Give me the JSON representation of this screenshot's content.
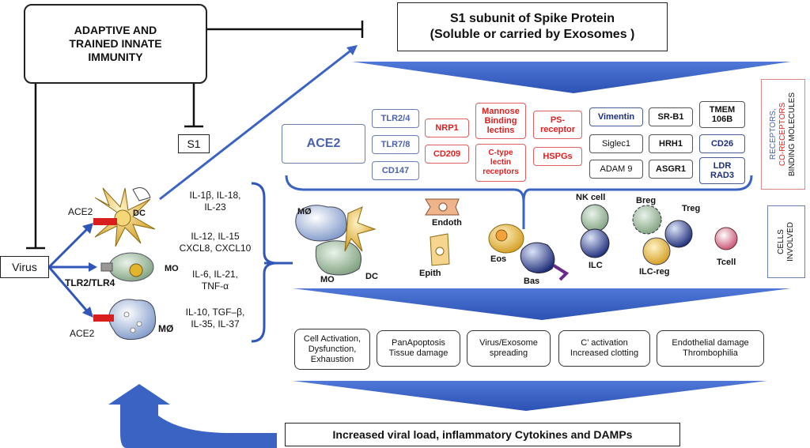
{
  "immunity_box": "ADAPTIVE AND\nTRAINED INNATE\nIMMUNITY",
  "s1_small": "S1",
  "virus": "Virus",
  "tlr": "TLR2/TLR4",
  "spike_title_line1": "S1 subunit of Spike Protein",
  "spike_title_line2": "(Soluble or carried by Exosomes )",
  "ace2_main": "ACE2",
  "receptors": [
    {
      "label": "TLR2/4",
      "color": "#4a62ad"
    },
    {
      "label": "TLR7/8",
      "color": "#4a62ad"
    },
    {
      "label": "CD147",
      "color": "#4a62ad"
    },
    {
      "label": "NRP1",
      "color": "#e02020"
    },
    {
      "label": "CD209",
      "color": "#e02020"
    },
    {
      "label": "Mannose\nBinding\nlectins",
      "color": "#e02020"
    },
    {
      "label": "C-type\nlectin\nreceptors",
      "color": "#e02020"
    },
    {
      "label": "PS-\nreceptor",
      "color": "#e02020"
    },
    {
      "label": "HSPGs",
      "color": "#e02020"
    },
    {
      "label": "Vimentin",
      "color": "#1d2e7a"
    },
    {
      "label": "Siglec1",
      "color": "#111111"
    },
    {
      "label": "ADAM 9",
      "color": "#111111"
    },
    {
      "label": "SR-B1",
      "color": "#111111"
    },
    {
      "label": "HRH1",
      "color": "#111111"
    },
    {
      "label": "ASGR1",
      "color": "#111111"
    },
    {
      "label": "TMEM\n106B",
      "color": "#111111"
    },
    {
      "label": "CD26",
      "color": "#1d2e7a"
    },
    {
      "label": "LDR\nRAD3",
      "color": "#1d2e7a"
    }
  ],
  "side_receptors": {
    "line1": "RECEPTORS,",
    "line2": "CO-RECEPTORS",
    "line3": "BINDING MOLECULES"
  },
  "side_cells": "CELLS\nINVOLVED",
  "left_cells": {
    "ace2_top": "ACE2",
    "dc": "DC",
    "mo": "MO",
    "ace2_bottom": "ACE2",
    "mphi": "MØ"
  },
  "cytokines": [
    "IL-1β, IL-18,\nIL-23",
    "IL-12, IL-15\nCXCL8, CXCL10",
    "IL-6, IL-21,\nTNF-α",
    "IL-10, TGF–β,\nIL-35, IL-37"
  ],
  "cells": {
    "mphi": "MØ",
    "mo": "MO",
    "dc": "DC",
    "endoth": "Endoth",
    "epith": "Epith",
    "eos": "Eos",
    "bas": "Bas",
    "nk": "NK cell",
    "ilc": "ILC",
    "breg": "Breg",
    "treg": "Treg",
    "ilcreg": "ILC-reg",
    "tcell": "Tcell"
  },
  "outcomes": [
    "Cell Activation,\nDysfunction,\nExhaustion",
    "PanApoptosis\nTissue damage",
    "Virus/Exosome\nspreading",
    "C’ activation\nIncreased clotting",
    "Endothelial damage\nThrombophilia"
  ],
  "bottom_text": "Increased viral load, inflammatory Cytokines and DAMPs",
  "colors": {
    "arrow_blue": "#3a63c4",
    "red": "#e02020",
    "navy": "#1d2e7a",
    "cell_yellow": "#e3b52c",
    "cell_blue": "#9fb6dd"
  }
}
